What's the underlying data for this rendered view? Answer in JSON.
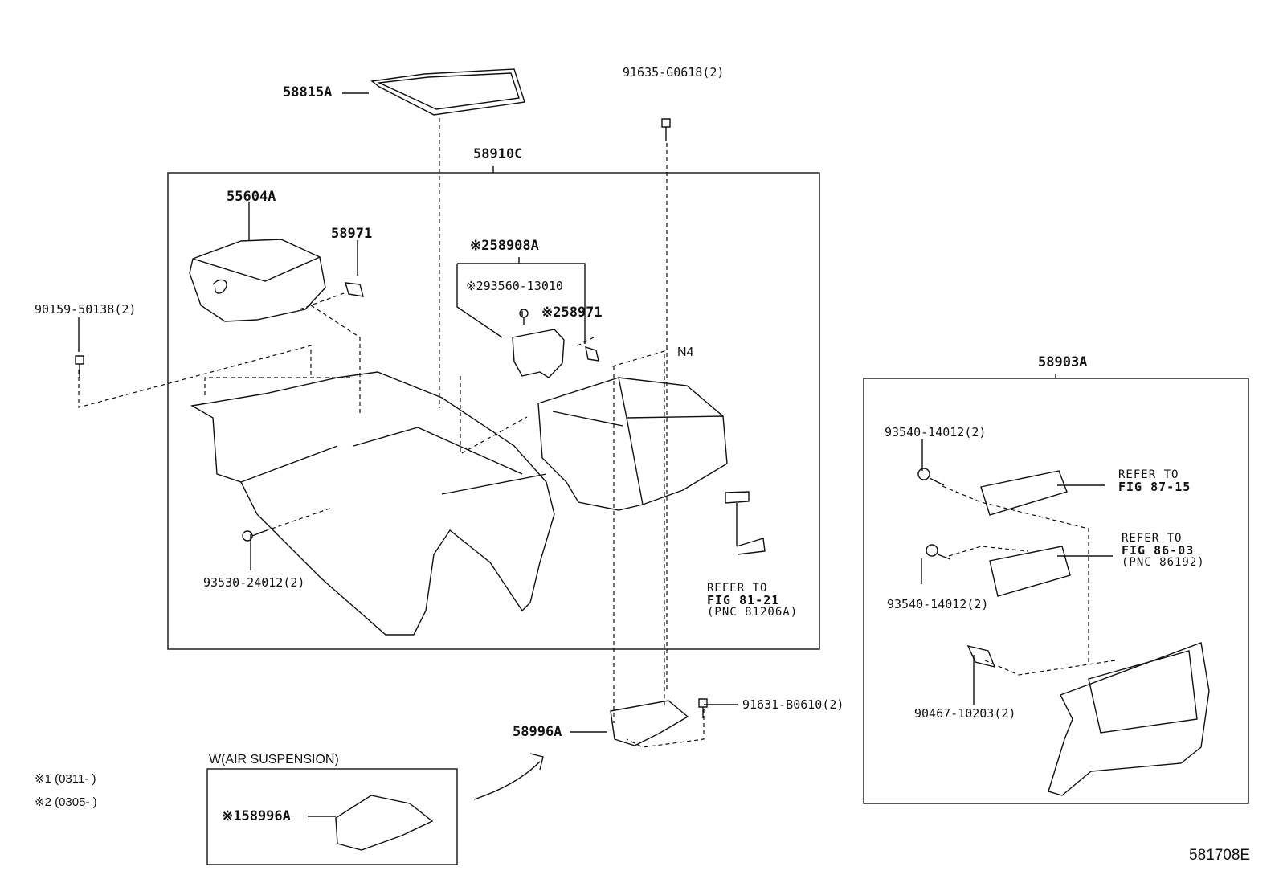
{
  "labels": {
    "p58815A": "58815A",
    "p91635": "91635-G0618(2)",
    "p58910C": "58910C",
    "p55604A": "55604A",
    "p58971": "58971",
    "p58908A": "※258908A",
    "p93560": "※293560-13010",
    "p58971b": "※258971",
    "p90159": "90159-50138(2)",
    "pN4": "N4",
    "p58903A": "58903A",
    "p93540a": "93540-14012(2)",
    "p93540b": "93540-14012(2)",
    "p93530": "93530-24012(2)",
    "p91631": "91631-B0610(2)",
    "p58996A": "58996A",
    "p90467": "90467-10203(2)",
    "p58996A1": "※158996A",
    "airsusp": "W(AIR SUSPENSION)",
    "note1": "※1 (0311-      )",
    "note2": "※2 (0305-      )",
    "figid": "581708E"
  },
  "refs": {
    "r1": {
      "l1": "REFER TO",
      "l2": "FIG 87-15"
    },
    "r2": {
      "l1": "REFER TO",
      "l2": "FIG 86-03",
      "l3": "(PNC 86192)"
    },
    "r3": {
      "l1": "REFER TO",
      "l2": "FIG 81-21",
      "l3": "(PNC 81206A)"
    }
  }
}
